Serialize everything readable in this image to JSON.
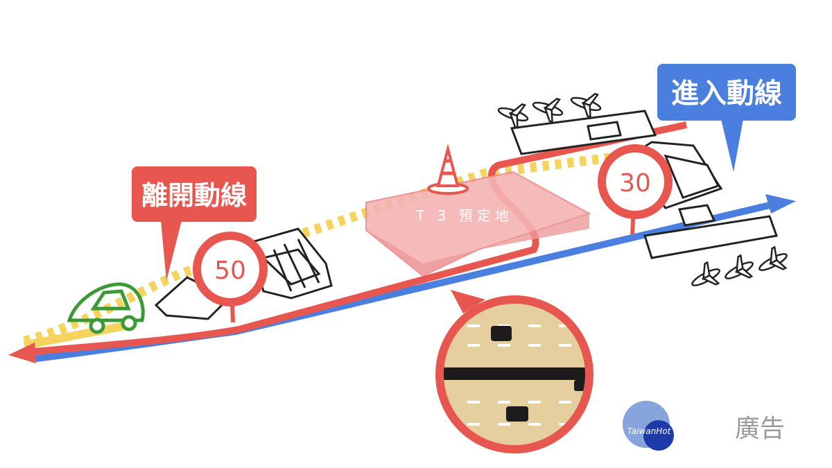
{
  "callouts": {
    "exit": {
      "label": "離開動線",
      "color": "#e8574f"
    },
    "enter": {
      "label": "進入動線",
      "color": "#4a7fe0"
    }
  },
  "speed_signs": {
    "left": {
      "value": "50"
    },
    "right": {
      "value": "30"
    }
  },
  "terminal_label": "T 3 預定地",
  "watermark": {
    "brand": "TaiwanHot",
    "text": "廣告"
  },
  "colors": {
    "red_route": "#e8574f",
    "blue_route": "#4a7fe0",
    "yellow_route": "#f4d35e",
    "green_car": "#3a9a35",
    "t3_block": "#f2a3a3",
    "road_tan": "#e6cf9e"
  },
  "icons": [
    "car-icon",
    "traffic-cone-icon",
    "airplane-icon",
    "building-icon",
    "magnifier-icon"
  ]
}
